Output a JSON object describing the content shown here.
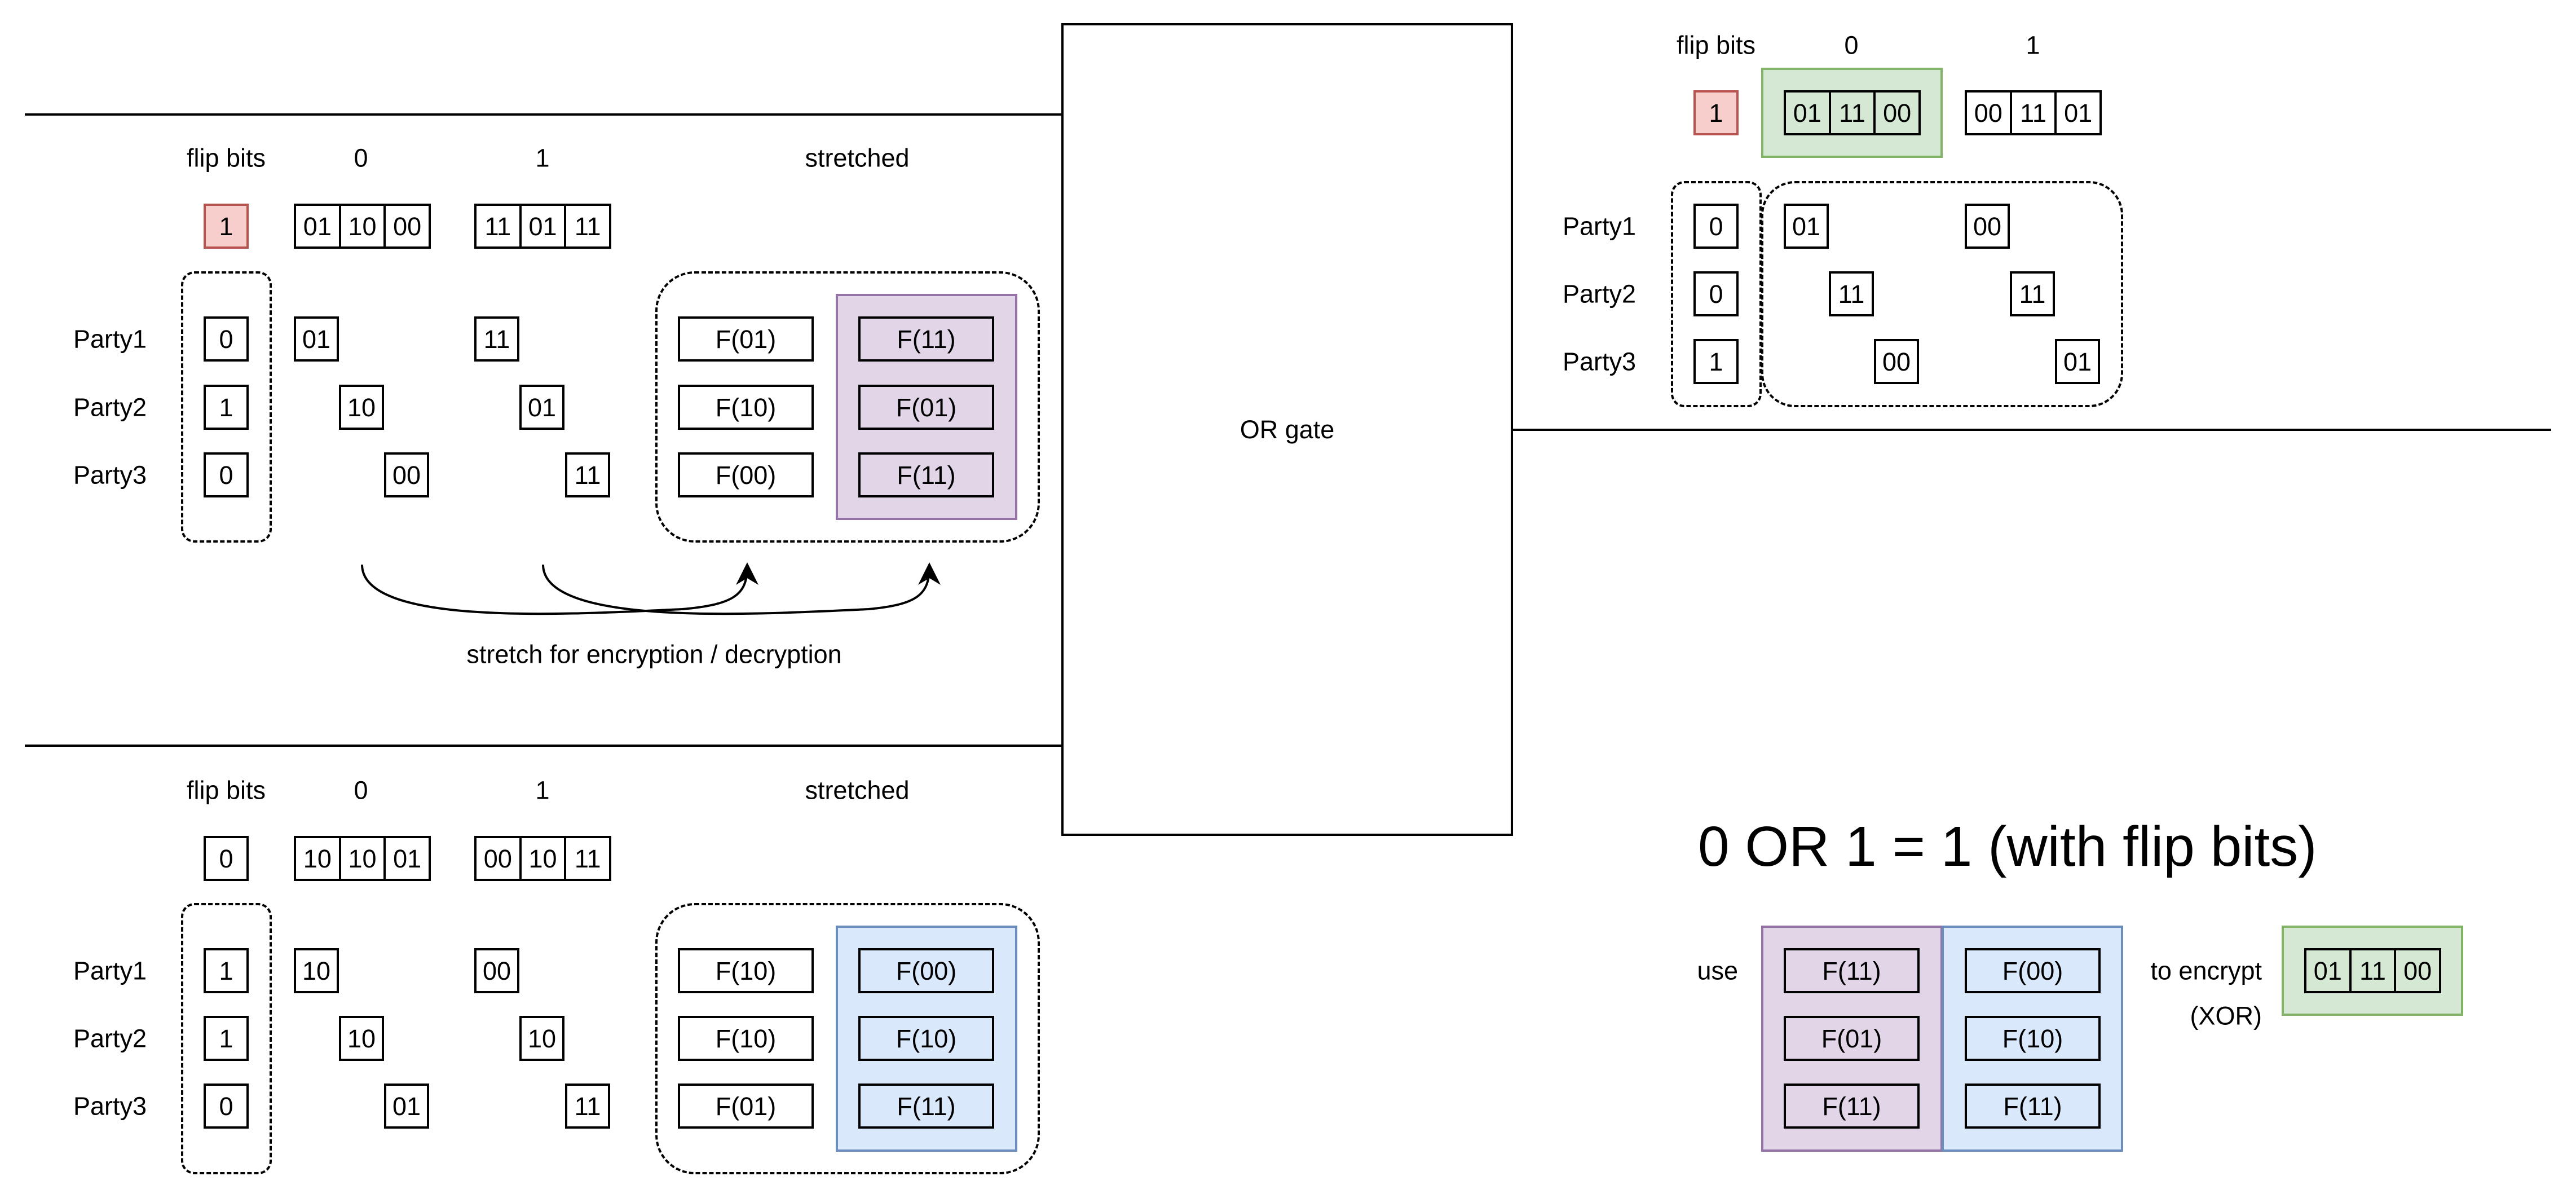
{
  "gate_label": "OR gate",
  "top_section": {
    "flip_bits_label": "flip bits",
    "col0_label": "0",
    "col1_label": "1",
    "stretched_label": "stretched",
    "flip_bit": "1",
    "key0": [
      "01",
      "10",
      "00"
    ],
    "key1": [
      "11",
      "01",
      "11"
    ],
    "parties": [
      "Party1",
      "Party2",
      "Party3"
    ],
    "party_flips": [
      "0",
      "1",
      "0"
    ],
    "party_key0": [
      "01",
      "10",
      "00"
    ],
    "party_key1": [
      "11",
      "01",
      "11"
    ],
    "stretched_0": [
      "F(01)",
      "F(10)",
      "F(00)"
    ],
    "stretched_1": [
      "F(11)",
      "F(01)",
      "F(11)"
    ],
    "arrow_label": "stretch for encryption / decryption"
  },
  "bottom_section": {
    "flip_bits_label": "flip bits",
    "col0_label": "0",
    "col1_label": "1",
    "stretched_label": "stretched",
    "flip_bit": "0",
    "key0": [
      "10",
      "10",
      "01"
    ],
    "key1": [
      "00",
      "10",
      "11"
    ],
    "parties": [
      "Party1",
      "Party2",
      "Party3"
    ],
    "party_flips": [
      "1",
      "1",
      "0"
    ],
    "party_key0": [
      "10",
      "10",
      "01"
    ],
    "party_key1": [
      "00",
      "10",
      "11"
    ],
    "stretched_0": [
      "F(10)",
      "F(10)",
      "F(01)"
    ],
    "stretched_1": [
      "F(00)",
      "F(10)",
      "F(11)"
    ]
  },
  "output_section": {
    "flip_bits_label": "flip bits",
    "col0_label": "0",
    "col1_label": "1",
    "flip_bit": "1",
    "key0": [
      "01",
      "11",
      "00"
    ],
    "key1": [
      "00",
      "11",
      "01"
    ],
    "parties": [
      "Party1",
      "Party2",
      "Party3"
    ],
    "party_flips": [
      "0",
      "0",
      "1"
    ],
    "party_key0": [
      "01",
      "11",
      "00"
    ],
    "party_key1": [
      "00",
      "11",
      "01"
    ]
  },
  "summary": {
    "equation": "0 OR 1 = 1 (with flip bits)",
    "use_label": "use",
    "col_a": [
      "F(11)",
      "F(01)",
      "F(11)"
    ],
    "col_b": [
      "F(00)",
      "F(10)",
      "F(11)"
    ],
    "encrypt_label": "to encrypt",
    "xor_label": "(XOR)",
    "target_key": [
      "01",
      "11",
      "00"
    ]
  },
  "colors": {
    "red_fill": "#f8cecc",
    "red_stroke": "#b85450",
    "purple_fill": "#e1d5e7",
    "purple_stroke": "#9673a6",
    "blue_fill": "#dae8fc",
    "blue_stroke": "#6c8ebf",
    "green_fill": "#d5e8d4",
    "green_stroke": "#82b366"
  }
}
